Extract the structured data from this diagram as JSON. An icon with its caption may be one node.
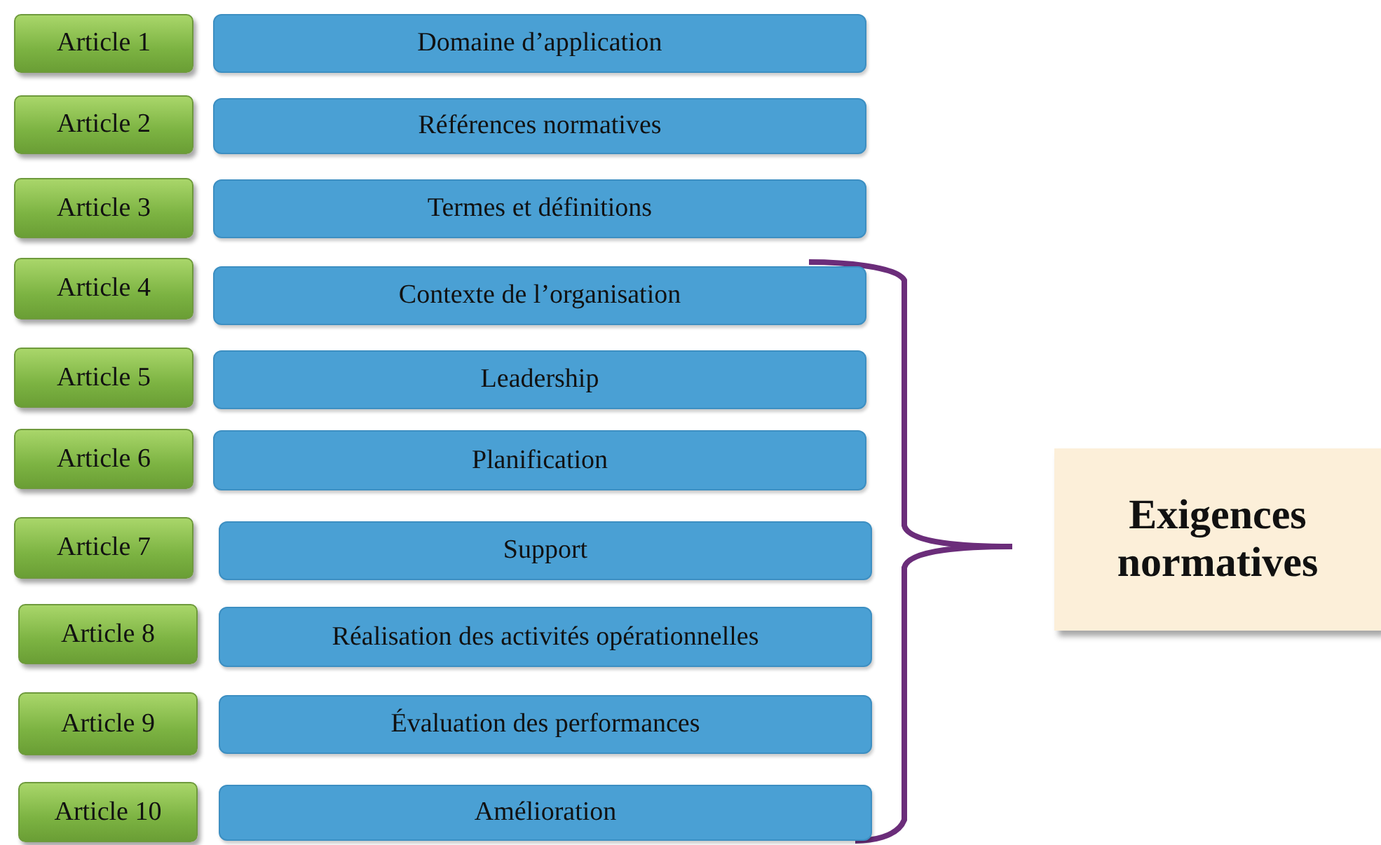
{
  "diagram": {
    "nodes": [
      {
        "text": [
          "Article 1"
        ]
      },
      {
        "text": [
          "Domaine d’application"
        ]
      },
      {
        "text": [
          "Article 2"
        ]
      },
      {
        "text": [
          "Références normatives"
        ]
      },
      {
        "text": [
          "Article 3"
        ]
      },
      {
        "text": [
          "Termes et définitions"
        ]
      },
      {
        "text": [
          "Article 4"
        ]
      },
      {
        "text": [
          "Contexte de l’organisation"
        ]
      },
      {
        "text": [
          "Article 5"
        ]
      },
      {
        "text": [
          "Leadership"
        ]
      },
      {
        "text": [
          "Article 6"
        ]
      },
      {
        "text": [
          "Planification"
        ]
      },
      {
        "text": [
          "Article 7"
        ]
      },
      {
        "text": [
          "Support"
        ]
      },
      {
        "text": [
          "Article 8"
        ]
      },
      {
        "text": [
          "Réalisation des activités opérationnelles"
        ]
      },
      {
        "text": [
          "Article 9"
        ]
      },
      {
        "text": [
          "Évaluation des performances"
        ]
      },
      {
        "text": [
          "Article 10"
        ]
      },
      {
        "text": [
          "Amélioration"
        ]
      },
      {
        "text": [
          "Exigences normatives"
        ]
      }
    ]
  }
}
